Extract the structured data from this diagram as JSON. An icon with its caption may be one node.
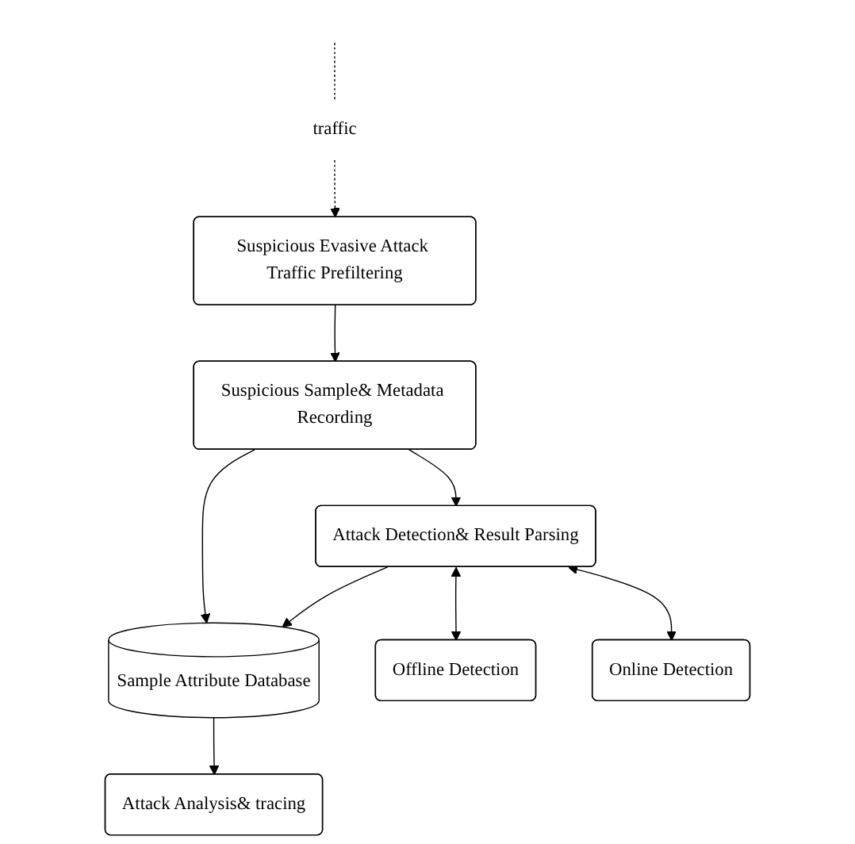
{
  "diagram": {
    "nodes": [
      {
        "text": [
          "traffic"
        ]
      },
      {
        "text": [
          "Suspicious Evasive Attack Traffic Prefiltering"
        ]
      },
      {
        "text": [
          "Suspicious Sample& Metadata Recording"
        ]
      },
      {
        "text": [
          "Sample Attribute Database"
        ]
      },
      {
        "text": [
          "Attack Detection& Result Parsing"
        ]
      },
      {
        "text": [
          "Offline Detection"
        ]
      },
      {
        "text": [
          "Online Detection"
        ]
      },
      {
        "text": [
          "Attack Analysis& tracing"
        ]
      }
    ],
    "edges": [
      {
        "from": null,
        "to": 0,
        "arrow": "none",
        "style": "dashed"
      },
      {
        "from": 0,
        "to": 1,
        "arrow": "to",
        "style": "dashed"
      },
      {
        "from": 1,
        "to": 2,
        "arrow": "to"
      },
      {
        "from": 2,
        "to": 3,
        "arrow": "to"
      },
      {
        "from": 2,
        "to": 4,
        "arrow": "to"
      },
      {
        "from": 4,
        "to": 3,
        "arrow": "to"
      },
      {
        "from": 4,
        "to": 5,
        "arrow": "both"
      },
      {
        "from": 4,
        "to": 6,
        "arrow": "both"
      },
      {
        "from": 3,
        "to": 7,
        "arrow": "to"
      }
    ]
  }
}
